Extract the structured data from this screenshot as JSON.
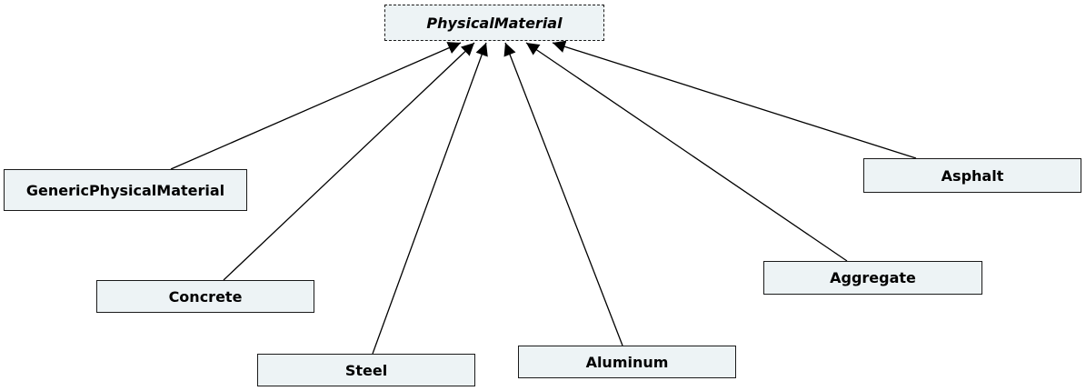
{
  "diagram": {
    "superclass": {
      "name": "PhysicalMaterial",
      "abstract": true
    },
    "subclasses": [
      "GenericPhysicalMaterial",
      "Concrete",
      "Steel",
      "Aluminum",
      "Aggregate",
      "Asphalt"
    ],
    "relationship": "generalization",
    "colors": {
      "box_fill": "#edf3f5",
      "stroke": "#1a1a1a"
    }
  }
}
